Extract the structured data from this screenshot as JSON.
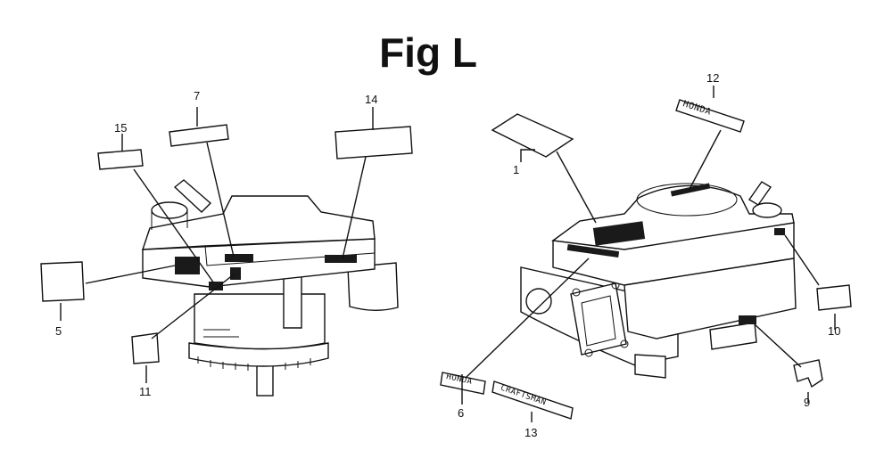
{
  "figure": {
    "title": "Fig L"
  },
  "callouts": [
    {
      "number": "1"
    },
    {
      "number": "5"
    },
    {
      "number": "6"
    },
    {
      "number": "7"
    },
    {
      "number": "9"
    },
    {
      "number": "10"
    },
    {
      "number": "11"
    },
    {
      "number": "12"
    },
    {
      "number": "13"
    },
    {
      "number": "14"
    },
    {
      "number": "15"
    }
  ],
  "decals": {
    "honda_top": "HONDA",
    "honda_side": "HONDA",
    "craftsman": "CRAFTSMAN"
  },
  "colors": {
    "ink": "#111111",
    "paper": "#ffffff"
  }
}
